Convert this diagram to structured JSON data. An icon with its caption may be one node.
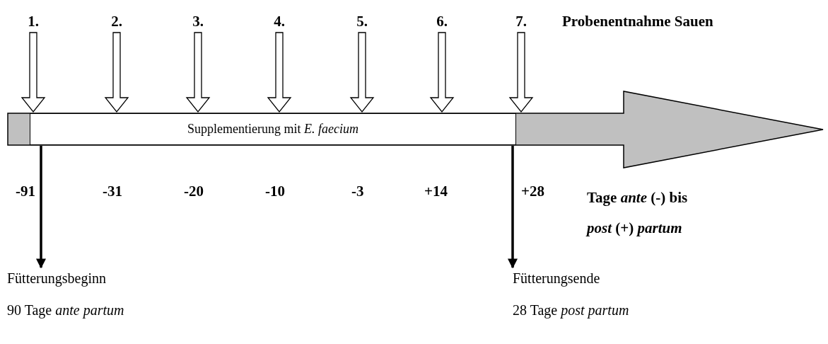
{
  "diagram": {
    "nodes": [
      {
        "text": [],
        "shape": "arrow"
      },
      {
        "text": [
          "Supplementierung mit *E. faecium*"
        ],
        "in": 0
      },
      {
        "text": [
          "1."
        ]
      },
      {
        "text": [
          "2."
        ]
      },
      {
        "text": [
          "3."
        ]
      },
      {
        "text": [
          "4."
        ]
      },
      {
        "text": [
          "5."
        ]
      },
      {
        "text": [
          "6."
        ]
      },
      {
        "text": [
          "7."
        ]
      },
      {
        "text": [
          "Fütterungsbeginn",
          "90 Tage *ante partum*"
        ]
      },
      {
        "text": [
          "Fütterungsende",
          "28 Tage *post partum*"
        ]
      }
    ],
    "edges": [
      {
        "from": 2,
        "to": 0,
        "arrow": "to"
      },
      {
        "from": 3,
        "to": 0,
        "arrow": "to"
      },
      {
        "from": 4,
        "to": 0,
        "arrow": "to"
      },
      {
        "from": 5,
        "to": 0,
        "arrow": "to"
      },
      {
        "from": 6,
        "to": 0,
        "arrow": "to"
      },
      {
        "from": 7,
        "to": 0,
        "arrow": "to"
      },
      {
        "from": 8,
        "to": 0,
        "arrow": "to"
      },
      {
        "from": 1,
        "to": 9,
        "arrow": "to"
      },
      {
        "from": 1,
        "to": 10,
        "arrow": "to"
      }
    ],
    "labels": [
      "Probenentnahme Sauen",
      "-91",
      "-31",
      "-20",
      "-10",
      "-3",
      "+14",
      "+28",
      "Tage *ante* (-) bis *post* (+) *partum*"
    ]
  }
}
